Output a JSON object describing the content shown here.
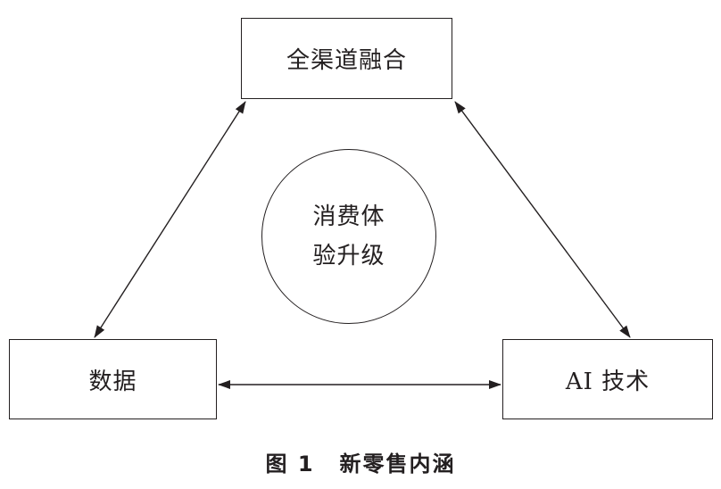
{
  "diagram": {
    "nodes": {
      "top": "全渠道融合",
      "left": "数据",
      "right": "AI 技术",
      "center_line1": "消费体",
      "center_line2": "验升级"
    },
    "edges": [
      {
        "from": "全渠道融合",
        "to": "数据",
        "type": "bidirectional"
      },
      {
        "from": "全渠道融合",
        "to": "AI 技术",
        "type": "bidirectional"
      },
      {
        "from": "数据",
        "to": "AI 技术",
        "type": "bidirectional"
      }
    ]
  },
  "caption": {
    "figure_number": "图 1",
    "title": "新零售内涵"
  }
}
